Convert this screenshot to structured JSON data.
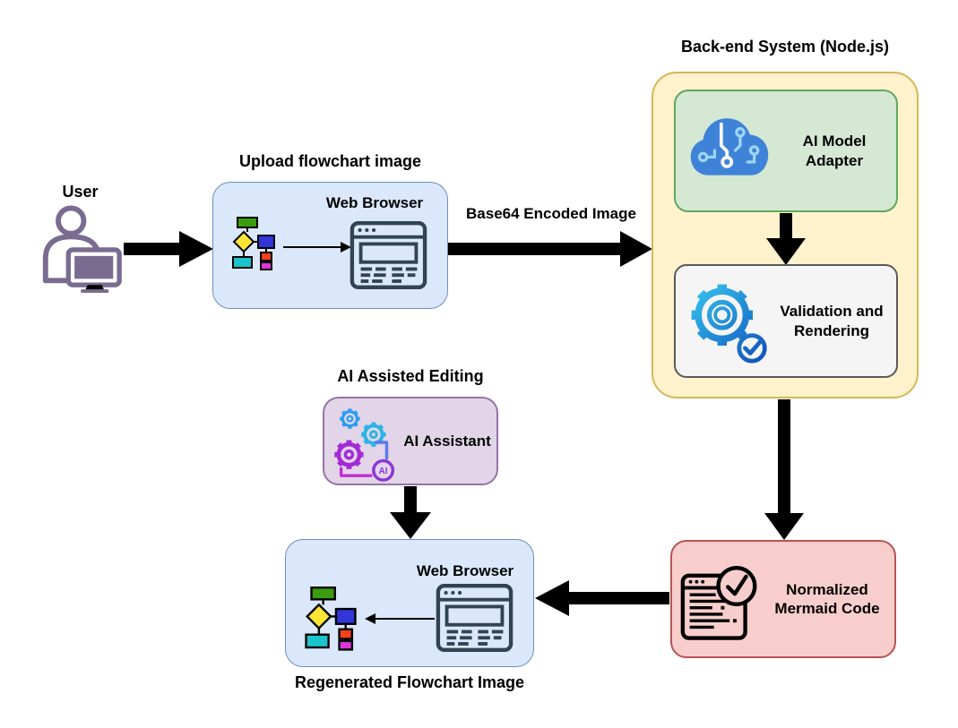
{
  "nodes": {
    "user": {
      "label": "User"
    },
    "upload_box": {
      "title": "Upload flowchart image",
      "browser_label": "Web Browser"
    },
    "transfer": {
      "label": "Base64 Encoded Image"
    },
    "backend": {
      "title": "Back-end System (Node.js)"
    },
    "ai_model_adapter": {
      "label": "AI Model Adapter"
    },
    "validation": {
      "label": "Validation and Rendering"
    },
    "ai_editing": {
      "title": "AI Assisted Editing",
      "label": "AI Assistant",
      "icon_badge": "AI"
    },
    "mermaid_code": {
      "label": "Normalized Mermaid Code"
    },
    "regenerated_box": {
      "caption": "Regenerated Flowchart Image",
      "browser_label": "Web Browser"
    }
  },
  "colors": {
    "blue_fill": "#dbe8fb",
    "blue_border": "#6c8ebf",
    "yellow_fill": "#fff2cc",
    "yellow_border": "#d6b656",
    "green_fill": "#d5e8d4",
    "green_border": "#61a75d",
    "gray_fill": "#f5f5f5",
    "gray_border": "#5a5a5a",
    "pink_fill": "#f8cecc",
    "pink_border": "#b85450",
    "purple_fill": "#e1d5e7",
    "purple_border": "#9673a6",
    "arrow": "#000000",
    "user_icon": "#7a6b91",
    "browser_icon": "#314453",
    "cloud_blue": "#3f83d9",
    "gear_gradient_start": "#38c6f0",
    "gear_gradient_end": "#1158be",
    "assistant_blue": "#2d9df2",
    "assistant_purple": "#a32bd4",
    "mini_green": "#3a9c0e",
    "mini_yellow": "#ffe438",
    "mini_blue": "#3236d9",
    "mini_cyan": "#1bc3cc",
    "mini_orange": "#f4401d",
    "mini_magenta": "#df34db"
  }
}
